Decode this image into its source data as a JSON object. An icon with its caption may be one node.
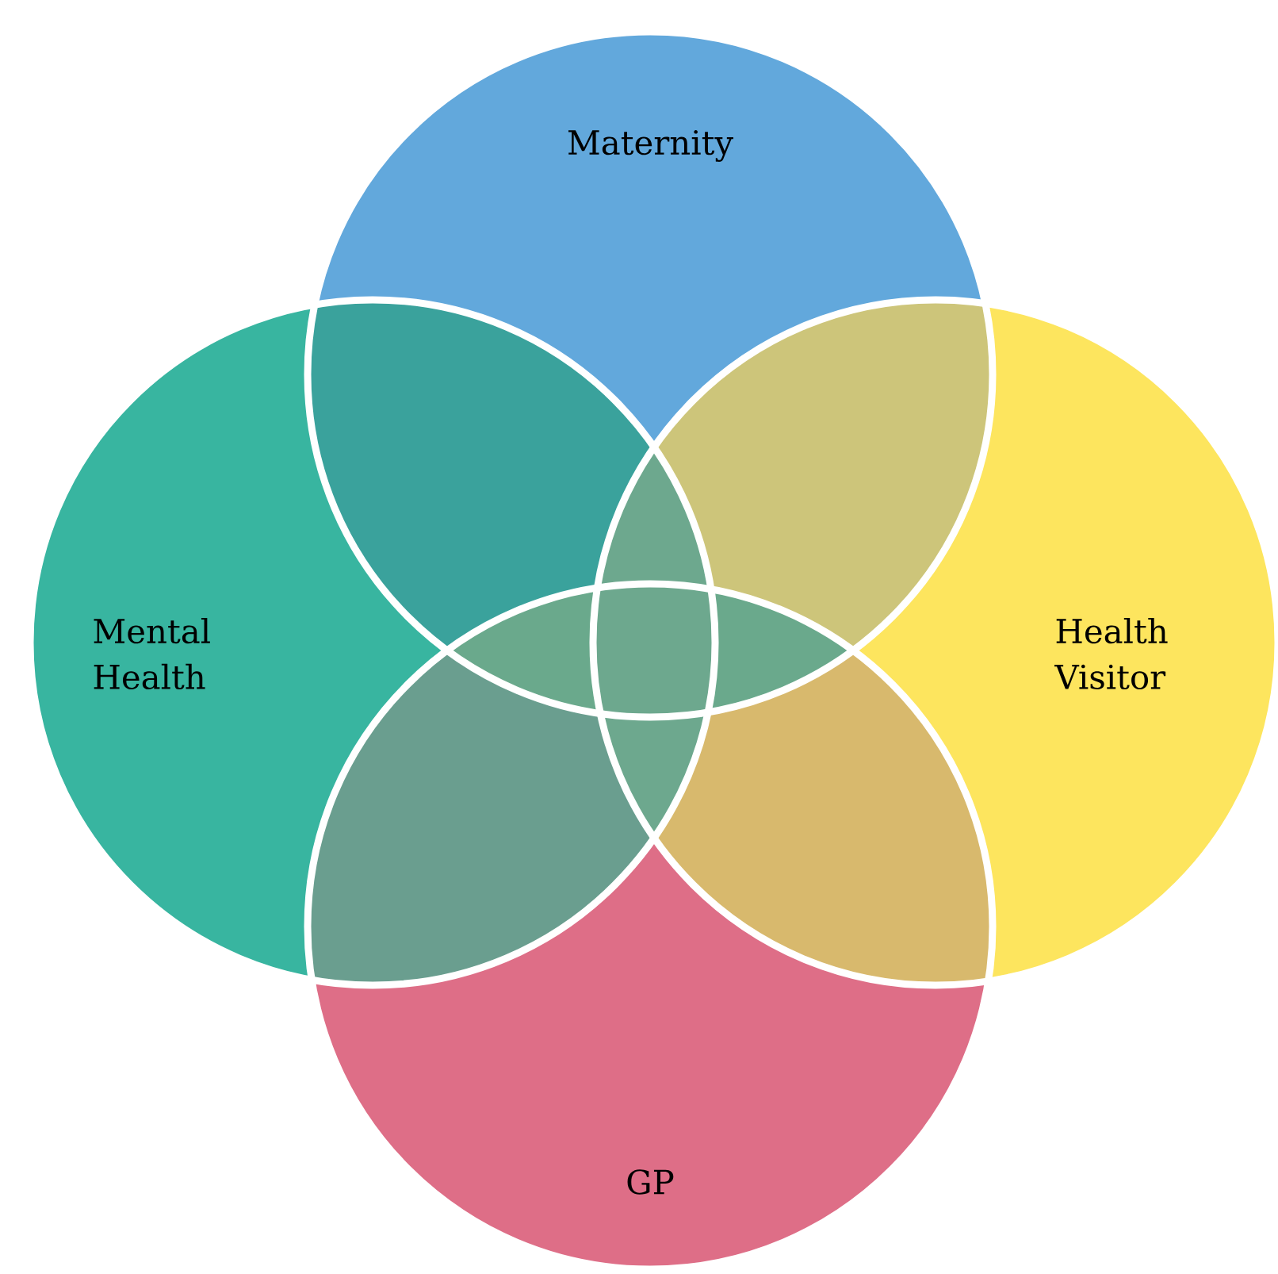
{
  "diagram": {
    "nodes": [
      {
        "text": [
          "Maternity"
        ]
      },
      {
        "text": [
          "Mental Health"
        ]
      },
      {
        "text": [
          "Health Visitor"
        ]
      },
      {
        "text": [
          "GP"
        ]
      }
    ]
  }
}
